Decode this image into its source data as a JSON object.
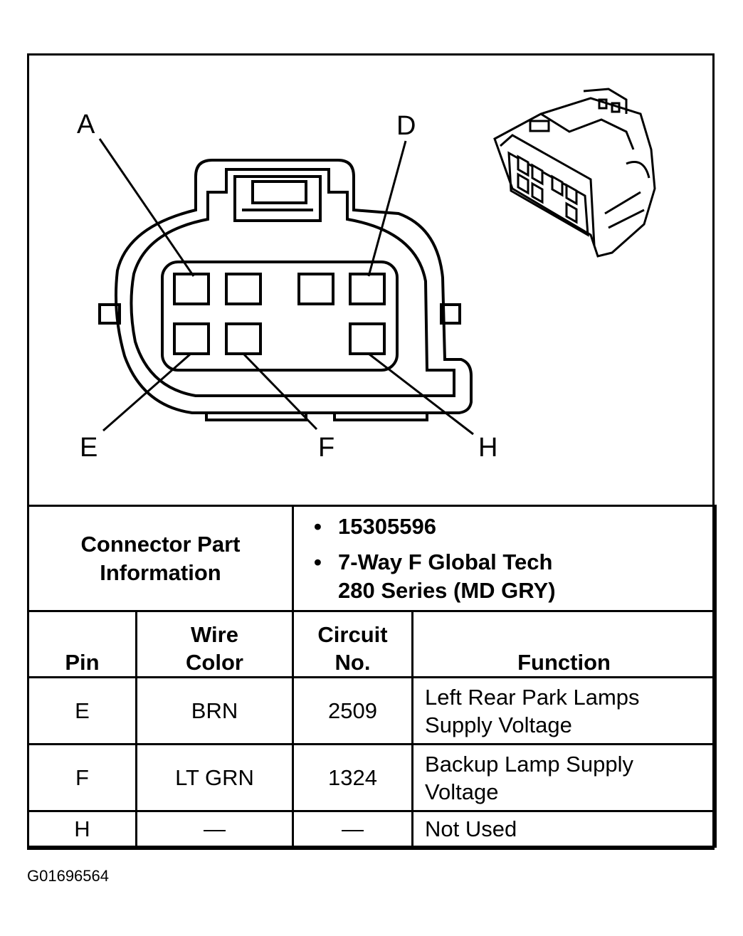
{
  "pin_labels": {
    "A": "A",
    "D": "D",
    "E": "E",
    "F": "F",
    "H": "H"
  },
  "info": {
    "title_line1": "Connector Part",
    "title_line2": "Information",
    "bullet": "•",
    "part_number": "15305596",
    "desc_line1": "7-Way F Global Tech",
    "desc_line2": "280 Series (MD GRY)"
  },
  "headers": {
    "pin": "Pin",
    "wire_l1": "Wire",
    "wire_l2": "Color",
    "circuit_l1": "Circuit",
    "circuit_l2": "No.",
    "function": "Function"
  },
  "rows": [
    {
      "pin": "E",
      "wire": "BRN",
      "circuit": "2509",
      "func_l1": "Left Rear Park Lamps",
      "func_l2": "Supply Voltage"
    },
    {
      "pin": "F",
      "wire": "LT GRN",
      "circuit": "1324",
      "func_l1": "Backup Lamp Supply",
      "func_l2": "Voltage"
    },
    {
      "pin": "H",
      "wire": "—",
      "circuit": "—",
      "func_l1": "Not Used",
      "func_l2": ""
    }
  ],
  "caption": "G01696564"
}
